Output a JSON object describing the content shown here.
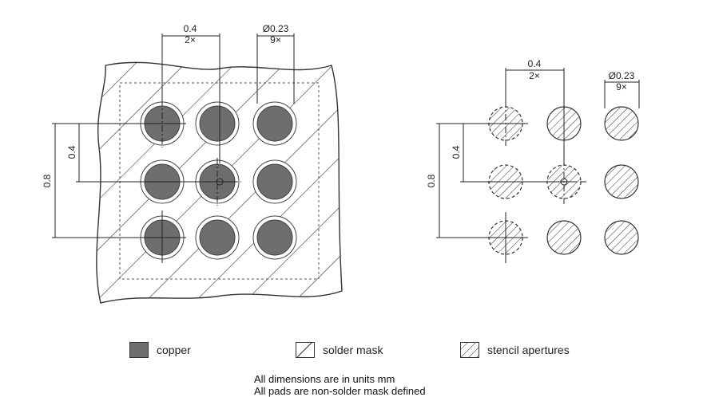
{
  "left_view": {
    "pitch_x": {
      "value": "0.4",
      "count": "2×"
    },
    "diameter": {
      "value": "Ø0.23",
      "count": "9×"
    },
    "pitch_y": "0.4",
    "span_y": "0.8"
  },
  "right_view": {
    "pitch_x": {
      "value": "0.4",
      "count": "2×"
    },
    "diameter": {
      "value": "Ø0.23",
      "count": "9×"
    },
    "pitch_y": "0.4",
    "span_y": "0.8"
  },
  "legend": {
    "copper": "copper",
    "solder_mask": "solder mask",
    "stencil": "stencil apertures"
  },
  "notes": {
    "line1": "All dimensions are in units mm",
    "line2": "All pads are non-solder mask defined"
  },
  "colors": {
    "copper": "#6e6e6e",
    "outline": "#333333"
  }
}
